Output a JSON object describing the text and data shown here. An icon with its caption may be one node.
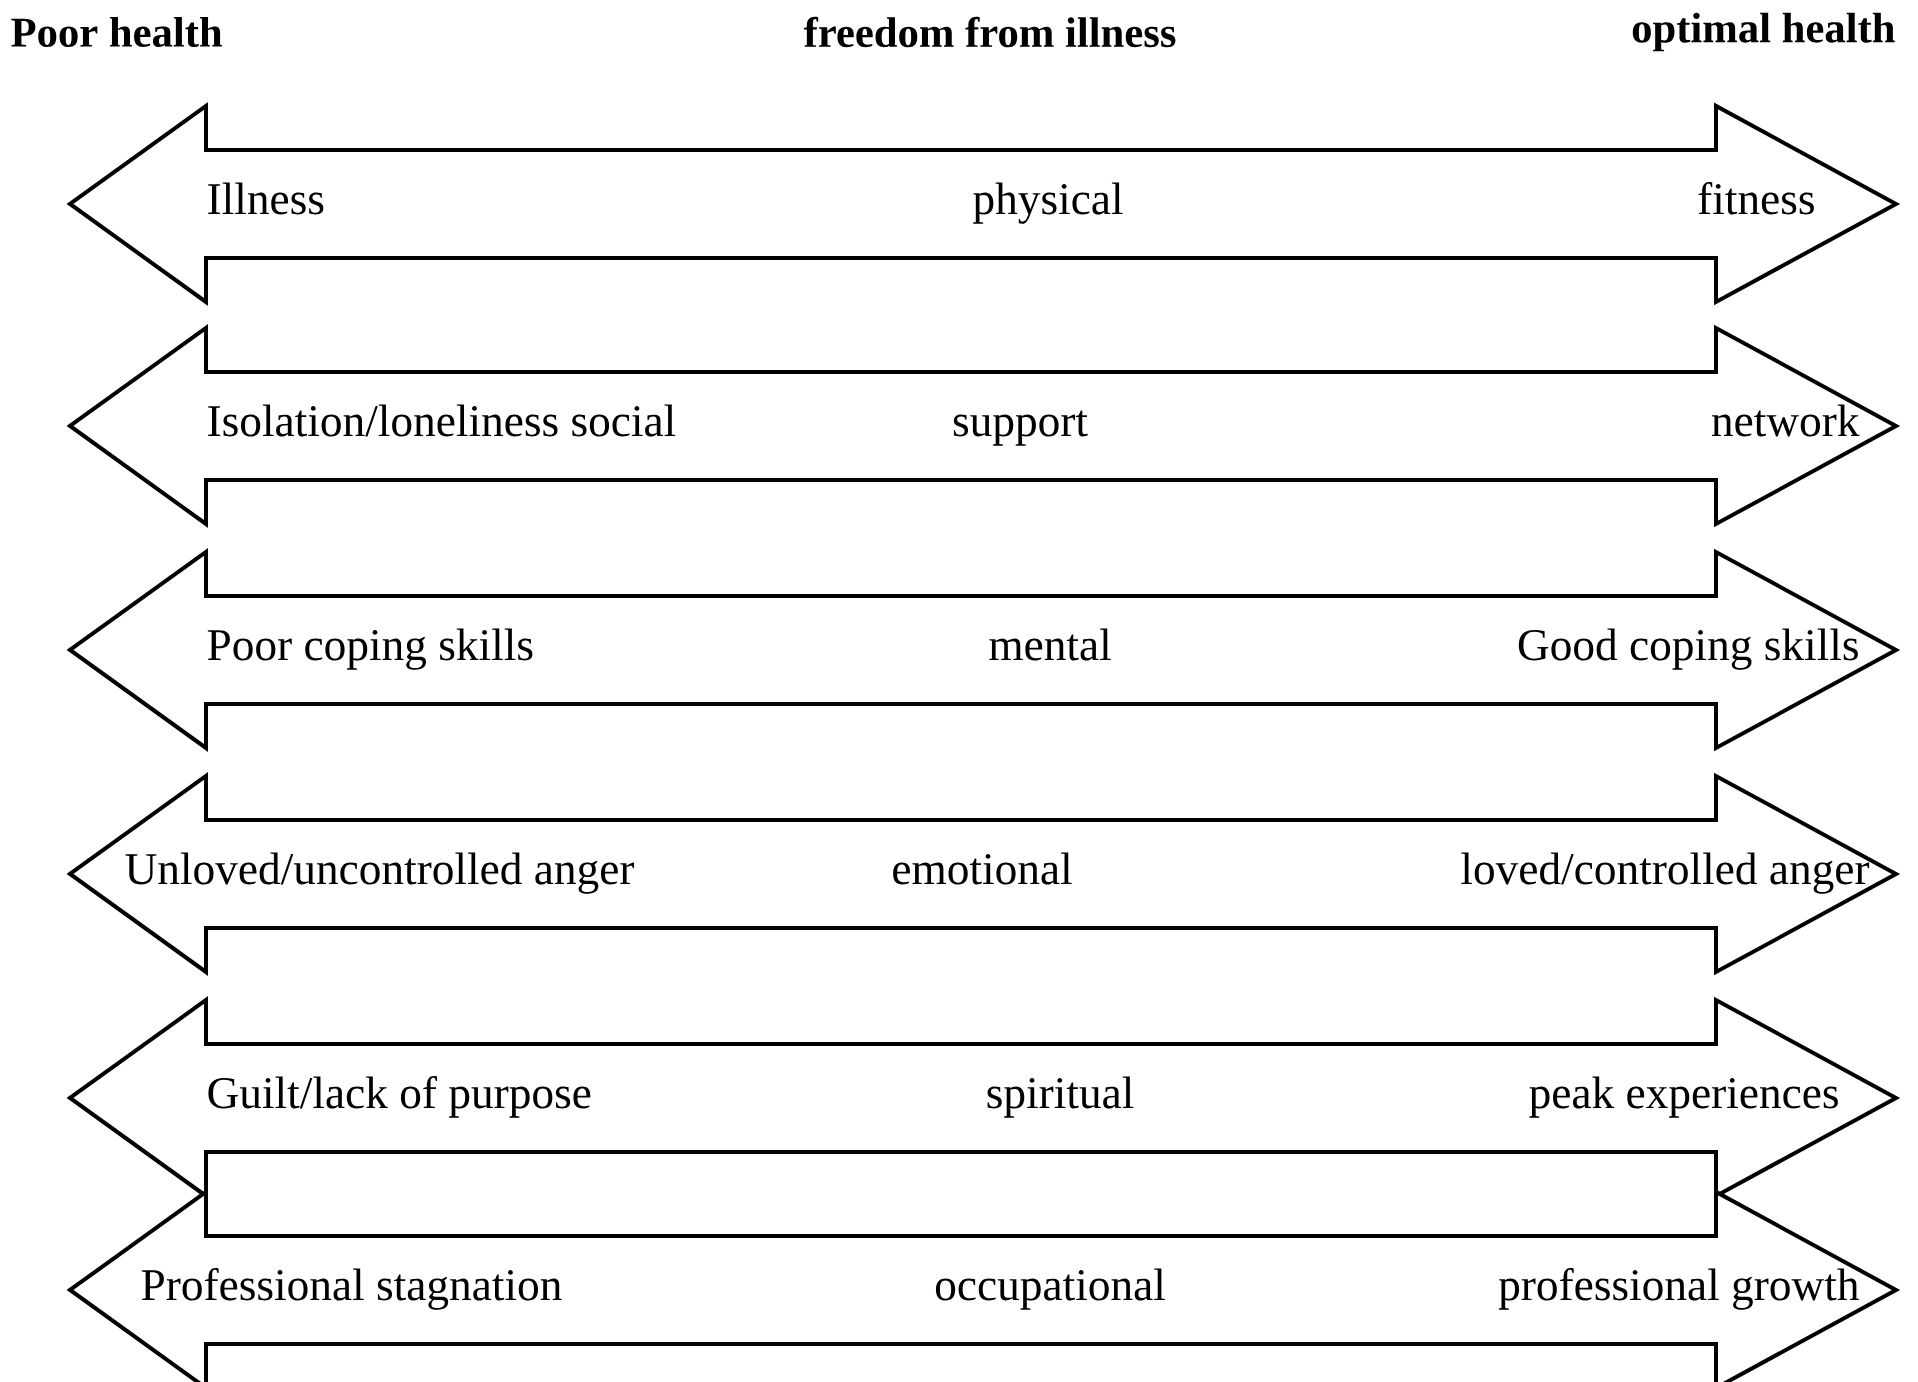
{
  "diagram": {
    "nodes": [
      {
        "text": [
          "Illness",
          "physical",
          "fitness"
        ]
      },
      {
        "text": [
          "Isolation/loneliness social",
          "support",
          "network"
        ]
      },
      {
        "text": [
          "Poor coping skills",
          "mental",
          "Good coping skills"
        ]
      },
      {
        "text": [
          "Unloved/uncontrolled anger",
          "emotional",
          "loved/controlled anger"
        ]
      },
      {
        "text": [
          "Guilt/lack of purpose",
          "spiritual",
          "peak experiences"
        ]
      },
      {
        "text": [
          "Professional stagnation",
          "occupational",
          "professional growth"
        ]
      }
    ],
    "labels": [
      "Poor health",
      "freedom from illness",
      "optimal health"
    ]
  }
}
